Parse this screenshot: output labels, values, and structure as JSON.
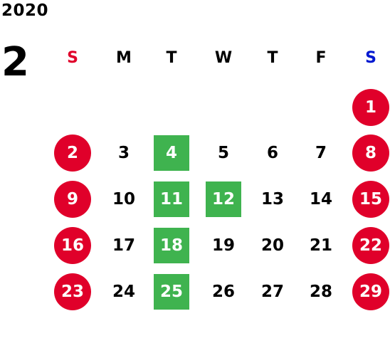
{
  "year": "2020",
  "month": "2",
  "colors": {
    "sunday": "#e0002a",
    "saturday": "#0018d0",
    "holiday_circle": "#e0002a",
    "highlight_square": "#3fb34f",
    "text": "#000000",
    "circle_text": "#ffffff"
  },
  "weekdays": [
    {
      "label": "S",
      "kind": "sunday"
    },
    {
      "label": "M",
      "kind": "normal"
    },
    {
      "label": "T",
      "kind": "normal"
    },
    {
      "label": "W",
      "kind": "normal"
    },
    {
      "label": "T",
      "kind": "normal"
    },
    {
      "label": "F",
      "kind": "normal"
    },
    {
      "label": "S",
      "kind": "saturday"
    }
  ],
  "weeks": [
    [
      null,
      null,
      null,
      null,
      null,
      null,
      {
        "d": "1",
        "mark": "circle"
      }
    ],
    [
      {
        "d": "2",
        "mark": "circle"
      },
      {
        "d": "3"
      },
      {
        "d": "4",
        "mark": "square"
      },
      {
        "d": "5"
      },
      {
        "d": "6"
      },
      {
        "d": "7"
      },
      {
        "d": "8",
        "mark": "circle"
      }
    ],
    [
      {
        "d": "9",
        "mark": "circle"
      },
      {
        "d": "10"
      },
      {
        "d": "11",
        "mark": "square"
      },
      {
        "d": "12",
        "mark": "square"
      },
      {
        "d": "13"
      },
      {
        "d": "14"
      },
      {
        "d": "15",
        "mark": "circle"
      }
    ],
    [
      {
        "d": "16",
        "mark": "circle"
      },
      {
        "d": "17"
      },
      {
        "d": "18",
        "mark": "square"
      },
      {
        "d": "19"
      },
      {
        "d": "20"
      },
      {
        "d": "21"
      },
      {
        "d": "22",
        "mark": "circle"
      }
    ],
    [
      {
        "d": "23",
        "mark": "circle"
      },
      {
        "d": "24"
      },
      {
        "d": "25",
        "mark": "square"
      },
      {
        "d": "26"
      },
      {
        "d": "27"
      },
      {
        "d": "28"
      },
      {
        "d": "29",
        "mark": "circle"
      }
    ]
  ]
}
